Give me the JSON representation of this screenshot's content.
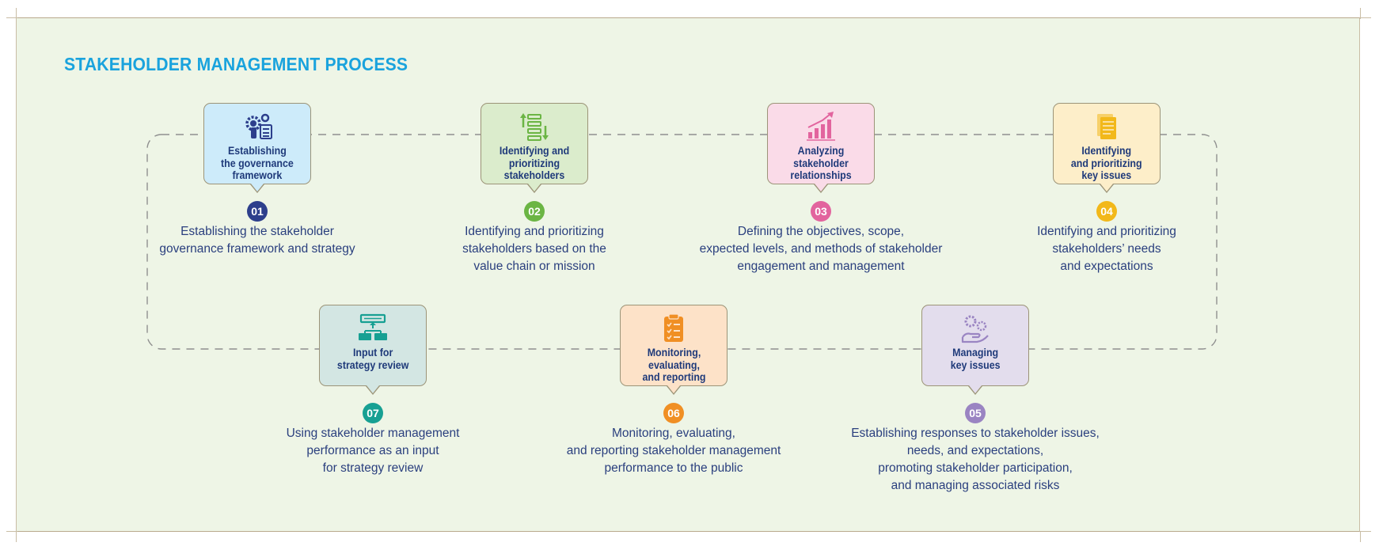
{
  "title": "STAKEHOLDER MANAGEMENT PROCESS",
  "colors": {
    "frame_background": "#eef5e6",
    "title": "#1aa3dd",
    "text": "#2a3f7e",
    "loop_dash": "#8f8f8f"
  },
  "steps": [
    {
      "number": "01",
      "label": "Establishing\nthe governance\nframework",
      "description": "Establishing the stakeholder\ngovernance framework and strategy",
      "icon": "governance-gear-icon",
      "card_color": "#cdebfa",
      "accent": "#2d3f8c"
    },
    {
      "number": "02",
      "label": "Identifying and\nprioritizing\nstakeholders",
      "description": "Identifying and prioritizing\nstakeholders based on the\nvalue chain or mission",
      "icon": "sort-list-icon",
      "card_color": "#dbeccc",
      "accent": "#6bb544"
    },
    {
      "number": "03",
      "label": "Analyzing\nstakeholder\nrelationships",
      "description": "Defining the objectives, scope,\nexpected levels, and methods of stakeholder\nengagement and management",
      "icon": "growth-chart-icon",
      "card_color": "#fadbe8",
      "accent": "#e2649e"
    },
    {
      "number": "04",
      "label": "Identifying\nand prioritizing\nkey issues",
      "description": "Identifying and prioritizing\nstakeholders’ needs\nand expectations",
      "icon": "documents-icon",
      "card_color": "#fdeec9",
      "accent": "#f2b81a"
    },
    {
      "number": "05",
      "label": "Managing\nkey issues",
      "description": "Establishing responses to stakeholder issues,\nneeds, and expectations,\npromoting stakeholder participation,\nand managing associated risks",
      "icon": "hand-gears-icon",
      "card_color": "#e3dded",
      "accent": "#9a84c2"
    },
    {
      "number": "06",
      "label": "Monitoring,\nevaluating,\nand reporting",
      "description": "Monitoring, evaluating,\nand reporting stakeholder management\nperformance to the public",
      "icon": "clipboard-checklist-icon",
      "card_color": "#fde2c8",
      "accent": "#f08f24"
    },
    {
      "number": "07",
      "label": "Input for\nstrategy review",
      "description": "Using stakeholder management\nperformance as an input\nfor strategy review",
      "icon": "hierarchy-icon",
      "card_color": "#d3e6e3",
      "accent": "#17a093"
    }
  ]
}
